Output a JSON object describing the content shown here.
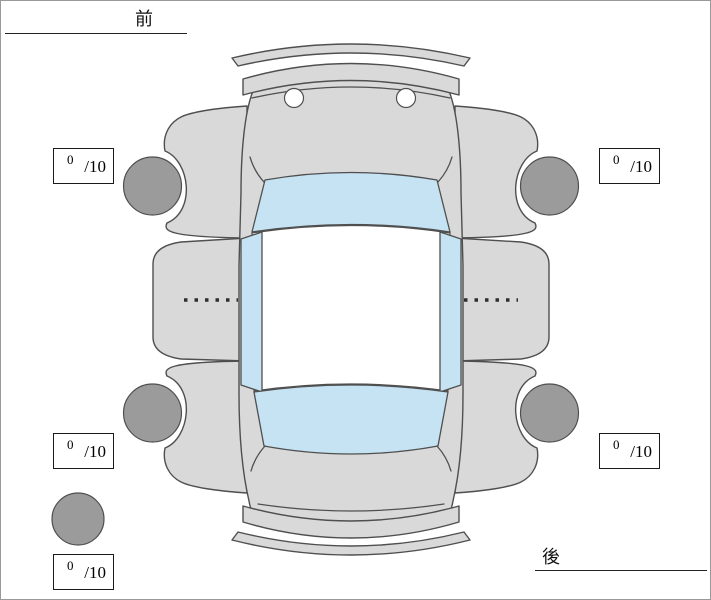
{
  "diagram": {
    "name": "vehicle-tire-condition-top-view",
    "front_label": "前",
    "rear_label": "後"
  },
  "ratings": {
    "front_left": {
      "score": "0",
      "denominator": "/10"
    },
    "front_right": {
      "score": "0",
      "denominator": "/10"
    },
    "rear_left": {
      "score": "0",
      "denominator": "/10"
    },
    "rear_right": {
      "score": "0",
      "denominator": "/10"
    },
    "spare": {
      "score": "0",
      "denominator": "/10"
    }
  },
  "colors": {
    "body": "#d9d9d9",
    "glass": "#c5e3f3",
    "tire": "#9b9b9b",
    "outline": "#4f4f4f",
    "border": "#999999",
    "text": "#111111"
  }
}
